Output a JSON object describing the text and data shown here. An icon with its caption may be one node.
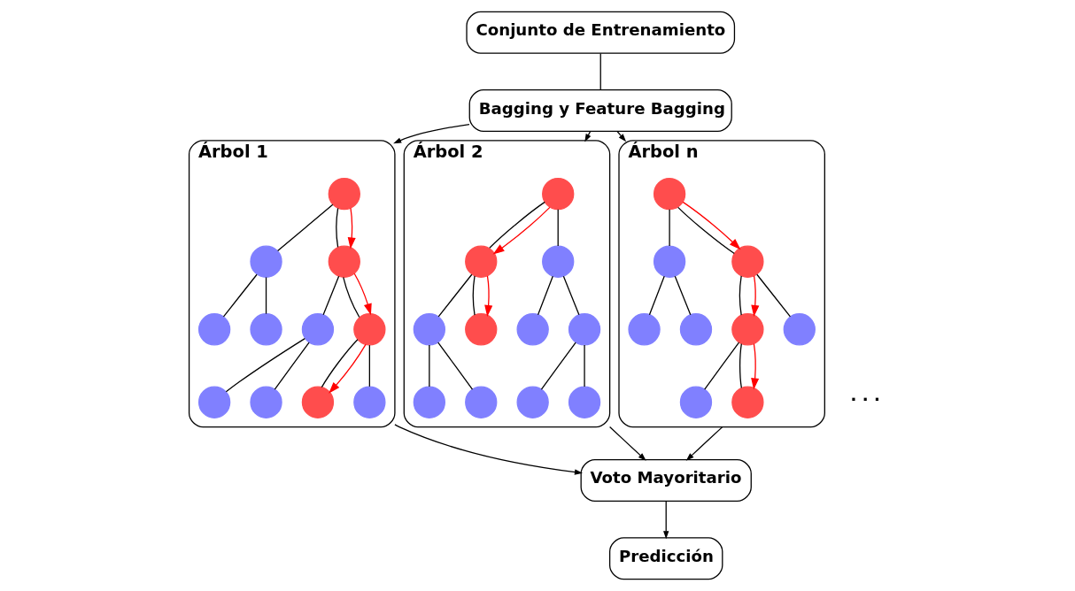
{
  "diagram": {
    "nodes": [
      {
        "text": [
          "Conjunto de Entrenamiento"
        ]
      },
      {
        "text": [
          "Bagging y Feature Bagging"
        ]
      },
      {
        "text": [
          "Árbol 1"
        ]
      },
      {
        "text": [],
        "shape": "circle",
        "in": 2
      },
      {
        "text": [],
        "shape": "circle",
        "in": 2
      },
      {
        "text": [],
        "shape": "circle",
        "in": 2
      },
      {
        "text": [],
        "shape": "circle",
        "in": 2
      },
      {
        "text": [],
        "shape": "circle",
        "in": 2
      },
      {
        "text": [],
        "shape": "circle",
        "in": 2
      },
      {
        "text": [],
        "shape": "circle",
        "in": 2
      },
      {
        "text": [],
        "shape": "circle",
        "in": 2
      },
      {
        "text": [],
        "shape": "circle",
        "in": 2
      },
      {
        "text": [],
        "shape": "circle",
        "in": 2
      },
      {
        "text": [],
        "shape": "circle",
        "in": 2
      },
      {
        "text": [
          "Árbol 2"
        ]
      },
      {
        "text": [],
        "shape": "circle",
        "in": 14
      },
      {
        "text": [],
        "shape": "circle",
        "in": 14
      },
      {
        "text": [],
        "shape": "circle",
        "in": 14
      },
      {
        "text": [],
        "shape": "circle",
        "in": 14
      },
      {
        "text": [],
        "shape": "circle",
        "in": 14
      },
      {
        "text": [],
        "shape": "circle",
        "in": 14
      },
      {
        "text": [],
        "shape": "circle",
        "in": 14
      },
      {
        "text": [],
        "shape": "circle",
        "in": 14
      },
      {
        "text": [],
        "shape": "circle",
        "in": 14
      },
      {
        "text": [],
        "shape": "circle",
        "in": 14
      },
      {
        "text": [],
        "shape": "circle",
        "in": 14
      },
      {
        "text": [
          "Árbol n"
        ]
      },
      {
        "text": [],
        "shape": "circle",
        "in": 26
      },
      {
        "text": [],
        "shape": "circle",
        "in": 26
      },
      {
        "text": [],
        "shape": "circle",
        "in": 26
      },
      {
        "text": [],
        "shape": "circle",
        "in": 26
      },
      {
        "text": [],
        "shape": "circle",
        "in": 26
      },
      {
        "text": [],
        "shape": "circle",
        "in": 26
      },
      {
        "text": [],
        "shape": "circle",
        "in": 26
      },
      {
        "text": [],
        "shape": "circle",
        "in": 26
      },
      {
        "text": [],
        "shape": "circle",
        "in": 26
      },
      {
        "text": [
          "Voto Mayoritario"
        ]
      },
      {
        "text": [
          "Predicción"
        ]
      }
    ],
    "edges": [
      {
        "from": 0,
        "to": 1,
        "arrow": "none"
      },
      {
        "from": 1,
        "to": 2,
        "arrow": "to"
      },
      {
        "from": 1,
        "to": 14,
        "arrow": "to"
      },
      {
        "from": 1,
        "to": 26,
        "arrow": "to"
      },
      {
        "from": 3,
        "to": 4,
        "arrow": "none"
      },
      {
        "from": 3,
        "to": 5,
        "arrow": "none"
      },
      {
        "from": 4,
        "to": 6,
        "arrow": "none"
      },
      {
        "from": 4,
        "to": 7,
        "arrow": "none"
      },
      {
        "from": 5,
        "to": 8,
        "arrow": "none"
      },
      {
        "from": 5,
        "to": 9,
        "arrow": "none"
      },
      {
        "from": 8,
        "to": 10,
        "arrow": "none"
      },
      {
        "from": 8,
        "to": 11,
        "arrow": "none"
      },
      {
        "from": 9,
        "to": 12,
        "arrow": "none"
      },
      {
        "from": 9,
        "to": 13,
        "arrow": "none"
      },
      {
        "from": 3,
        "to": 5,
        "arrow": "to",
        "color": "#ff0000"
      },
      {
        "from": 5,
        "to": 9,
        "arrow": "to",
        "color": "#ff0000"
      },
      {
        "from": 9,
        "to": 12,
        "arrow": "to",
        "color": "#ff0000"
      },
      {
        "from": 15,
        "to": 16,
        "arrow": "none"
      },
      {
        "from": 15,
        "to": 17,
        "arrow": "none"
      },
      {
        "from": 16,
        "to": 18,
        "arrow": "none"
      },
      {
        "from": 16,
        "to": 19,
        "arrow": "none"
      },
      {
        "from": 17,
        "to": 20,
        "arrow": "none"
      },
      {
        "from": 17,
        "to": 21,
        "arrow": "none"
      },
      {
        "from": 18,
        "to": 22,
        "arrow": "none"
      },
      {
        "from": 18,
        "to": 23,
        "arrow": "none"
      },
      {
        "from": 21,
        "to": 24,
        "arrow": "none"
      },
      {
        "from": 21,
        "to": 25,
        "arrow": "none"
      },
      {
        "from": 15,
        "to": 16,
        "arrow": "to",
        "color": "#ff0000"
      },
      {
        "from": 16,
        "to": 19,
        "arrow": "to",
        "color": "#ff0000"
      },
      {
        "from": 27,
        "to": 28,
        "arrow": "none"
      },
      {
        "from": 27,
        "to": 29,
        "arrow": "none"
      },
      {
        "from": 28,
        "to": 30,
        "arrow": "none"
      },
      {
        "from": 28,
        "to": 31,
        "arrow": "none"
      },
      {
        "from": 29,
        "to": 32,
        "arrow": "none"
      },
      {
        "from": 29,
        "to": 33,
        "arrow": "none"
      },
      {
        "from": 32,
        "to": 34,
        "arrow": "none"
      },
      {
        "from": 32,
        "to": 35,
        "arrow": "none"
      },
      {
        "from": 27,
        "to": 29,
        "arrow": "to",
        "color": "#ff0000"
      },
      {
        "from": 29,
        "to": 32,
        "arrow": "to",
        "color": "#ff0000"
      },
      {
        "from": 32,
        "to": 35,
        "arrow": "to",
        "color": "#ff0000"
      },
      {
        "from": 2,
        "to": 36,
        "arrow": "to"
      },
      {
        "from": 14,
        "to": 36,
        "arrow": "to"
      },
      {
        "from": 26,
        "to": 36,
        "arrow": "to"
      },
      {
        "from": 36,
        "to": 37,
        "arrow": "to"
      }
    ],
    "labels": [
      "· · ·"
    ]
  }
}
